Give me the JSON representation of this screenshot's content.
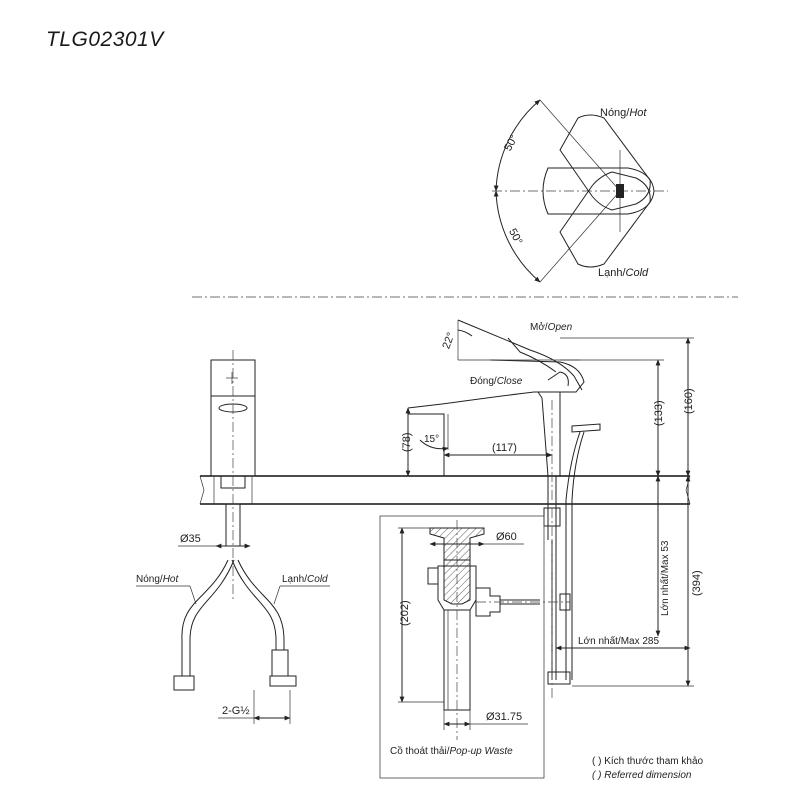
{
  "model": "TLG02301V",
  "top_view": {
    "hot_label": "Nóng/",
    "hot_label_en": "Hot",
    "cold_label": "Lạnh/",
    "cold_label_en": "Cold",
    "angle_up": "50°",
    "angle_down": "50°"
  },
  "side_view": {
    "open_label": "Mở/",
    "open_label_en": "Open",
    "close_label": "Đóng/",
    "close_label_en": "Close",
    "lever_angle": "22°",
    "spout_angle": "15°",
    "dim_spout_height": "(78)",
    "dim_reach": "(117)",
    "dim_body_height": "(133)",
    "dim_total_height": "(160)",
    "dim_overall": "(394)",
    "dim_max_thickness": "Lớn nhất/Max 53",
    "dim_max_reach": "Lớn nhất/Max 285"
  },
  "front_view": {
    "dim_hole": "Ø35",
    "hot_label": "Nóng/",
    "hot_label_en": "Hot",
    "cold_label": "Lạnh/",
    "cold_label_en": "Cold",
    "dim_thread": "2-G½"
  },
  "waste_view": {
    "dim_flange": "Ø60",
    "dim_length": "(202)",
    "dim_tail": "Ø31.75",
    "caption": "Cồ thoát thải/",
    "caption_en": "Pop-up Waste"
  },
  "legend": {
    "line1": "( ) Kích thước tham khảo",
    "line2": "( ) Referred dimension"
  }
}
